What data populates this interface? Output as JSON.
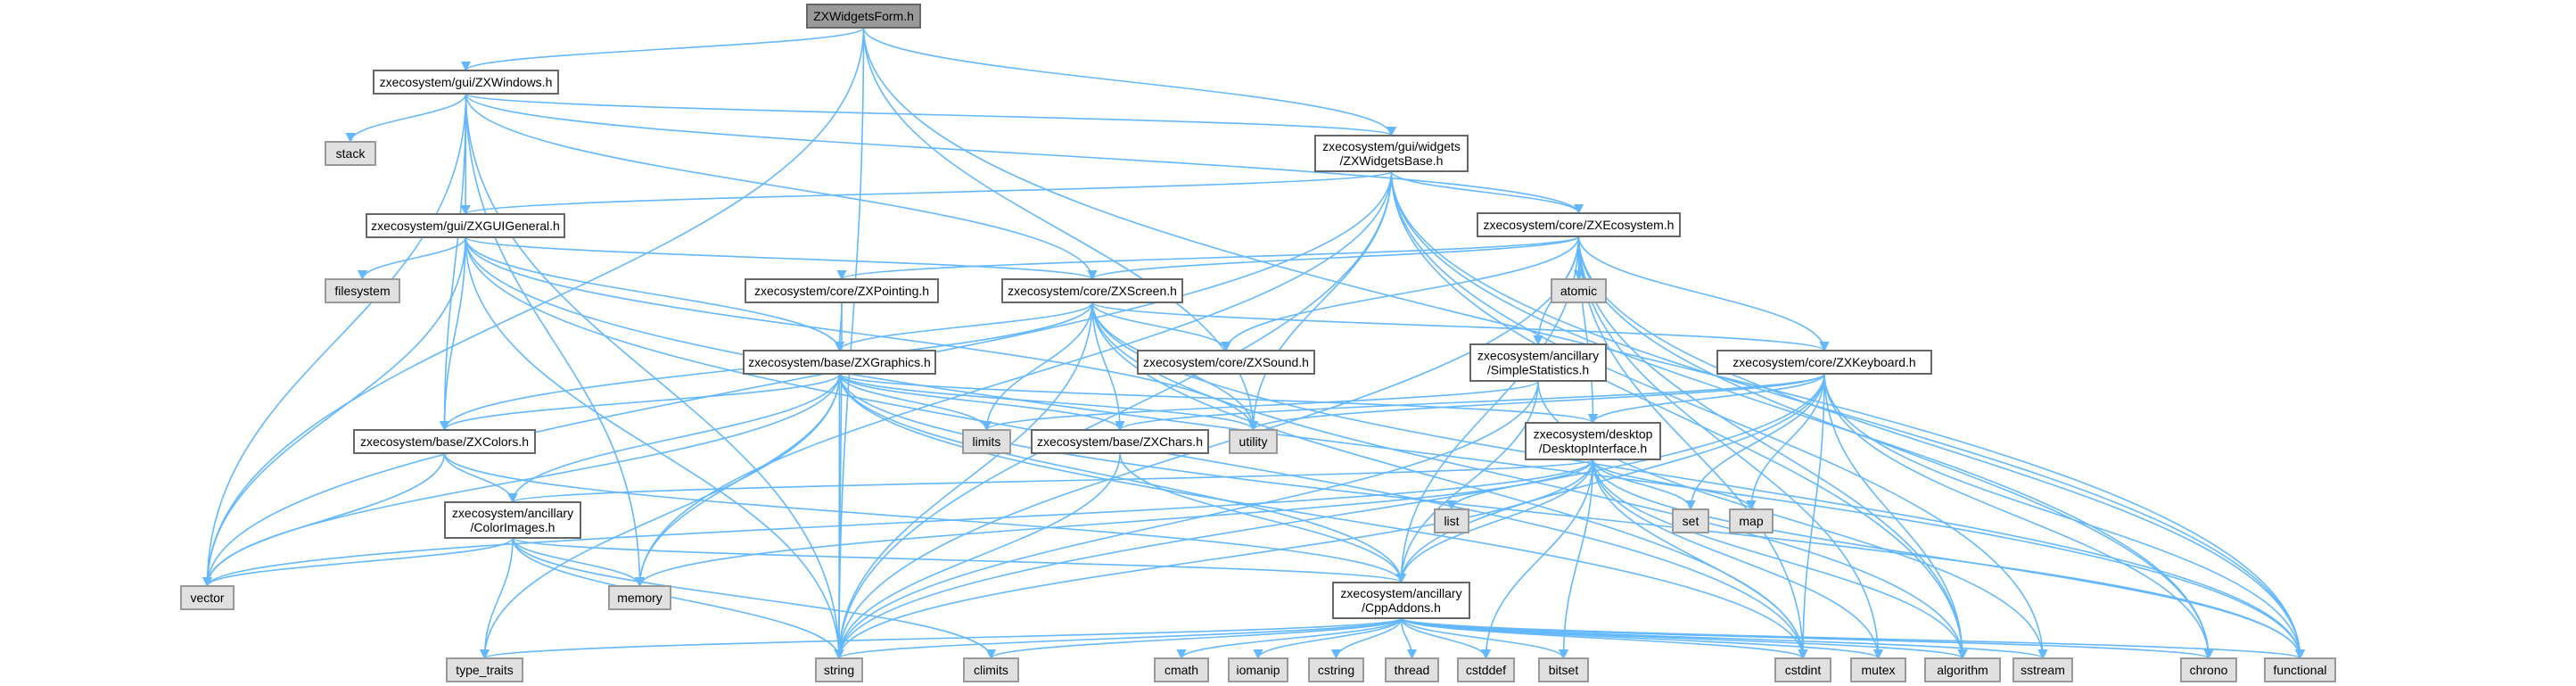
{
  "graph": {
    "edge_color": "#63b8ff",
    "colors": {
      "root_fill": "#999999",
      "local_fill": "#ffffff",
      "system_fill": "#e0e0e0",
      "local_stroke": "#666666",
      "system_stroke": "#999999"
    },
    "nodes": [
      {
        "id": "form",
        "kind": "root",
        "label": [
          "ZXWidgetsForm.h"
        ]
      },
      {
        "id": "windows",
        "kind": "local",
        "label": [
          "zxecosystem/gui/ZXWindows.h"
        ]
      },
      {
        "id": "stack",
        "kind": "system",
        "label": [
          "stack"
        ]
      },
      {
        "id": "widgetsbase",
        "kind": "local",
        "label": [
          "zxecosystem/gui/widgets",
          "/ZXWidgetsBase.h"
        ]
      },
      {
        "id": "guigeneral",
        "kind": "local",
        "label": [
          "zxecosystem/gui/ZXGUIGeneral.h"
        ]
      },
      {
        "id": "filesystem",
        "kind": "system",
        "label": [
          "filesystem"
        ]
      },
      {
        "id": "ecosystem",
        "kind": "local",
        "label": [
          "zxecosystem/core/ZXEcosystem.h"
        ]
      },
      {
        "id": "pointing",
        "kind": "local",
        "label": [
          "zxecosystem/core/ZXPointing.h"
        ]
      },
      {
        "id": "screen",
        "kind": "local",
        "label": [
          "zxecosystem/core/ZXScreen.h"
        ]
      },
      {
        "id": "atomic",
        "kind": "system",
        "label": [
          "atomic"
        ]
      },
      {
        "id": "graphics",
        "kind": "local",
        "label": [
          "zxecosystem/base/ZXGraphics.h"
        ]
      },
      {
        "id": "sound",
        "kind": "local",
        "label": [
          "zxecosystem/core/ZXSound.h"
        ]
      },
      {
        "id": "simplestats",
        "kind": "local",
        "label": [
          "zxecosystem/ancillary",
          "/SimpleStatistics.h"
        ]
      },
      {
        "id": "keyboard",
        "kind": "local",
        "label": [
          "zxecosystem/core/ZXKeyboard.h"
        ]
      },
      {
        "id": "colors",
        "kind": "local",
        "label": [
          "zxecosystem/base/ZXColors.h"
        ]
      },
      {
        "id": "limits",
        "kind": "system",
        "label": [
          "limits"
        ]
      },
      {
        "id": "chars",
        "kind": "local",
        "label": [
          "zxecosystem/base/ZXChars.h"
        ]
      },
      {
        "id": "utility",
        "kind": "system",
        "label": [
          "utility"
        ]
      },
      {
        "id": "desktop",
        "kind": "local",
        "label": [
          "zxecosystem/desktop",
          "/DesktopInterface.h"
        ]
      },
      {
        "id": "list",
        "kind": "system",
        "label": [
          "list"
        ]
      },
      {
        "id": "set",
        "kind": "system",
        "label": [
          "set"
        ]
      },
      {
        "id": "map",
        "kind": "system",
        "label": [
          "map"
        ]
      },
      {
        "id": "colorimages",
        "kind": "local",
        "label": [
          "zxecosystem/ancillary",
          "/ColorImages.h"
        ]
      },
      {
        "id": "vector",
        "kind": "system",
        "label": [
          "vector"
        ]
      },
      {
        "id": "memory",
        "kind": "system",
        "label": [
          "memory"
        ]
      },
      {
        "id": "cppaddons",
        "kind": "local",
        "label": [
          "zxecosystem/ancillary",
          "/CppAddons.h"
        ]
      },
      {
        "id": "type_traits",
        "kind": "system",
        "label": [
          "type_traits"
        ]
      },
      {
        "id": "string",
        "kind": "system",
        "label": [
          "string"
        ]
      },
      {
        "id": "climits",
        "kind": "system",
        "label": [
          "climits"
        ]
      },
      {
        "id": "cmath",
        "kind": "system",
        "label": [
          "cmath"
        ]
      },
      {
        "id": "iomanip",
        "kind": "system",
        "label": [
          "iomanip"
        ]
      },
      {
        "id": "cstring",
        "kind": "system",
        "label": [
          "cstring"
        ]
      },
      {
        "id": "thread",
        "kind": "system",
        "label": [
          "thread"
        ]
      },
      {
        "id": "cstddef",
        "kind": "system",
        "label": [
          "cstddef"
        ]
      },
      {
        "id": "bitset",
        "kind": "system",
        "label": [
          "bitset"
        ]
      },
      {
        "id": "cstdint",
        "kind": "system",
        "label": [
          "cstdint"
        ]
      },
      {
        "id": "mutex",
        "kind": "system",
        "label": [
          "mutex"
        ]
      },
      {
        "id": "algorithm",
        "kind": "system",
        "label": [
          "algorithm"
        ]
      },
      {
        "id": "sstream",
        "kind": "system",
        "label": [
          "sstream"
        ]
      },
      {
        "id": "chrono",
        "kind": "system",
        "label": [
          "chrono"
        ]
      },
      {
        "id": "functional",
        "kind": "system",
        "label": [
          "functional"
        ]
      }
    ],
    "edges": [
      [
        "form",
        "windows"
      ],
      [
        "form",
        "widgetsbase"
      ],
      [
        "form",
        "vector"
      ],
      [
        "form",
        "string"
      ],
      [
        "form",
        "utility"
      ],
      [
        "form",
        "functional"
      ],
      [
        "windows",
        "stack"
      ],
      [
        "windows",
        "guigeneral"
      ],
      [
        "windows",
        "colors"
      ],
      [
        "windows",
        "memory"
      ],
      [
        "windows",
        "string"
      ],
      [
        "windows",
        "vector"
      ],
      [
        "windows",
        "screen"
      ],
      [
        "windows",
        "widgetsbase"
      ],
      [
        "windows",
        "ecosystem"
      ],
      [
        "widgetsbase",
        "guigeneral"
      ],
      [
        "widgetsbase",
        "ecosystem"
      ],
      [
        "widgetsbase",
        "vector"
      ],
      [
        "widgetsbase",
        "memory"
      ],
      [
        "widgetsbase",
        "string"
      ],
      [
        "widgetsbase",
        "utility"
      ],
      [
        "widgetsbase",
        "algorithm"
      ],
      [
        "widgetsbase",
        "functional"
      ],
      [
        "widgetsbase",
        "sstream"
      ],
      [
        "widgetsbase",
        "chrono"
      ],
      [
        "guigeneral",
        "filesystem"
      ],
      [
        "guigeneral",
        "colors"
      ],
      [
        "guigeneral",
        "graphics"
      ],
      [
        "guigeneral",
        "screen"
      ],
      [
        "guigeneral",
        "vector"
      ],
      [
        "guigeneral",
        "string"
      ],
      [
        "guigeneral",
        "utility"
      ],
      [
        "guigeneral",
        "functional"
      ],
      [
        "guigeneral",
        "cstdint"
      ],
      [
        "ecosystem",
        "pointing"
      ],
      [
        "ecosystem",
        "screen"
      ],
      [
        "ecosystem",
        "atomic"
      ],
      [
        "ecosystem",
        "sound"
      ],
      [
        "ecosystem",
        "simplestats"
      ],
      [
        "ecosystem",
        "keyboard"
      ],
      [
        "ecosystem",
        "desktop"
      ],
      [
        "ecosystem",
        "cppaddons"
      ],
      [
        "ecosystem",
        "string"
      ],
      [
        "ecosystem",
        "cstdint"
      ],
      [
        "ecosystem",
        "mutex"
      ],
      [
        "ecosystem",
        "chrono"
      ],
      [
        "ecosystem",
        "functional"
      ],
      [
        "ecosystem",
        "algorithm"
      ],
      [
        "pointing",
        "graphics"
      ],
      [
        "pointing",
        "string"
      ],
      [
        "screen",
        "graphics"
      ],
      [
        "screen",
        "colors"
      ],
      [
        "screen",
        "sound"
      ],
      [
        "screen",
        "chars"
      ],
      [
        "screen",
        "limits"
      ],
      [
        "screen",
        "utility"
      ],
      [
        "screen",
        "string"
      ],
      [
        "screen",
        "keyboard"
      ],
      [
        "screen",
        "cstdint"
      ],
      [
        "screen",
        "algorithm"
      ],
      [
        "screen",
        "functional"
      ],
      [
        "graphics",
        "colors"
      ],
      [
        "graphics",
        "colorimages"
      ],
      [
        "graphics",
        "limits"
      ],
      [
        "graphics",
        "chars"
      ],
      [
        "graphics",
        "utility"
      ],
      [
        "graphics",
        "string"
      ],
      [
        "graphics",
        "memory"
      ],
      [
        "graphics",
        "vector"
      ],
      [
        "graphics",
        "type_traits"
      ],
      [
        "graphics",
        "cppaddons"
      ],
      [
        "graphics",
        "desktop"
      ],
      [
        "graphics",
        "cstdint"
      ],
      [
        "graphics",
        "functional"
      ],
      [
        "simplestats",
        "limits"
      ],
      [
        "simplestats",
        "cppaddons"
      ],
      [
        "simplestats",
        "string"
      ],
      [
        "simplestats",
        "sstream"
      ],
      [
        "keyboard",
        "chars"
      ],
      [
        "keyboard",
        "utility"
      ],
      [
        "keyboard",
        "desktop"
      ],
      [
        "keyboard",
        "set"
      ],
      [
        "keyboard",
        "map"
      ],
      [
        "keyboard",
        "cppaddons"
      ],
      [
        "keyboard",
        "string"
      ],
      [
        "keyboard",
        "cstdint"
      ],
      [
        "keyboard",
        "chrono"
      ],
      [
        "keyboard",
        "functional"
      ],
      [
        "keyboard",
        "algorithm"
      ],
      [
        "colors",
        "colorimages"
      ],
      [
        "colors",
        "vector"
      ],
      [
        "colors",
        "cppaddons"
      ],
      [
        "chars",
        "cppaddons"
      ],
      [
        "chars",
        "string"
      ],
      [
        "desktop",
        "colorimages"
      ],
      [
        "desktop",
        "vector"
      ],
      [
        "desktop",
        "memory"
      ],
      [
        "desktop",
        "list"
      ],
      [
        "desktop",
        "set"
      ],
      [
        "desktop",
        "map"
      ],
      [
        "desktop",
        "string"
      ],
      [
        "desktop",
        "cstddef"
      ],
      [
        "desktop",
        "bitset"
      ],
      [
        "desktop",
        "cstdint"
      ],
      [
        "desktop",
        "functional"
      ],
      [
        "desktop",
        "mutex"
      ],
      [
        "desktop",
        "algorithm"
      ],
      [
        "desktop",
        "cppaddons"
      ],
      [
        "colorimages",
        "vector"
      ],
      [
        "colorimages",
        "memory"
      ],
      [
        "colorimages",
        "type_traits"
      ],
      [
        "colorimages",
        "string"
      ],
      [
        "colorimages",
        "climits"
      ],
      [
        "colorimages",
        "cppaddons"
      ],
      [
        "cppaddons",
        "type_traits"
      ],
      [
        "cppaddons",
        "string"
      ],
      [
        "cppaddons",
        "climits"
      ],
      [
        "cppaddons",
        "cmath"
      ],
      [
        "cppaddons",
        "iomanip"
      ],
      [
        "cppaddons",
        "cstring"
      ],
      [
        "cppaddons",
        "thread"
      ],
      [
        "cppaddons",
        "cstddef"
      ],
      [
        "cppaddons",
        "bitset"
      ],
      [
        "cppaddons",
        "cstdint"
      ],
      [
        "cppaddons",
        "mutex"
      ],
      [
        "cppaddons",
        "algorithm"
      ],
      [
        "cppaddons",
        "sstream"
      ],
      [
        "cppaddons",
        "chrono"
      ],
      [
        "cppaddons",
        "functional"
      ]
    ]
  }
}
